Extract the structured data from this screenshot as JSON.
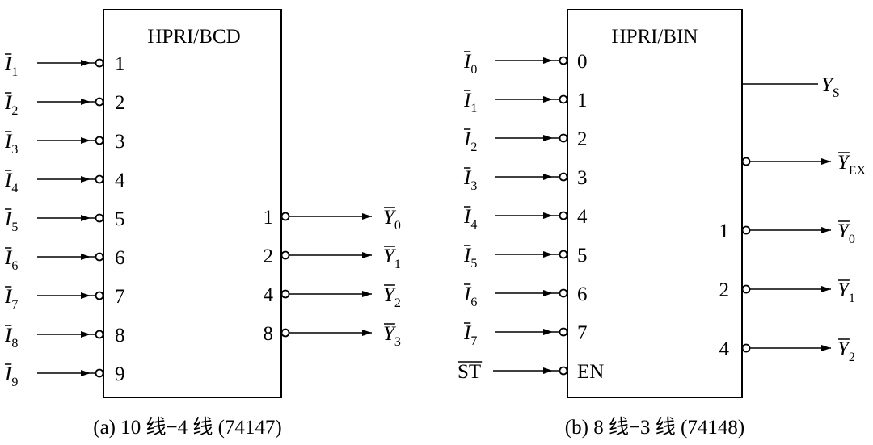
{
  "diagram_a": {
    "title": "HPRI/BCD",
    "caption": "(a) 10 线−4 线 (74147)",
    "inputs": [
      {
        "sym": "I",
        "sub": "1",
        "pin": "1"
      },
      {
        "sym": "I",
        "sub": "2",
        "pin": "2"
      },
      {
        "sym": "I",
        "sub": "3",
        "pin": "3"
      },
      {
        "sym": "I",
        "sub": "4",
        "pin": "4"
      },
      {
        "sym": "I",
        "sub": "5",
        "pin": "5"
      },
      {
        "sym": "I",
        "sub": "6",
        "pin": "6"
      },
      {
        "sym": "I",
        "sub": "7",
        "pin": "7"
      },
      {
        "sym": "I",
        "sub": "8",
        "pin": "8"
      },
      {
        "sym": "I",
        "sub": "9",
        "pin": "9"
      }
    ],
    "outputs": [
      {
        "pin": "1",
        "sym": "Y",
        "sub": "0"
      },
      {
        "pin": "2",
        "sym": "Y",
        "sub": "1"
      },
      {
        "pin": "4",
        "sym": "Y",
        "sub": "2"
      },
      {
        "pin": "8",
        "sym": "Y",
        "sub": "3"
      }
    ]
  },
  "diagram_b": {
    "title": "HPRI/BIN",
    "caption": "(b) 8 线−3 线 (74148)",
    "inputs": [
      {
        "sym": "I",
        "sub": "0",
        "pin": "0"
      },
      {
        "sym": "I",
        "sub": "1",
        "pin": "1"
      },
      {
        "sym": "I",
        "sub": "2",
        "pin": "2"
      },
      {
        "sym": "I",
        "sub": "3",
        "pin": "3"
      },
      {
        "sym": "I",
        "sub": "4",
        "pin": "4"
      },
      {
        "sym": "I",
        "sub": "5",
        "pin": "5"
      },
      {
        "sym": "I",
        "sub": "6",
        "pin": "6"
      },
      {
        "sym": "I",
        "sub": "7",
        "pin": "7"
      },
      {
        "sym": "ST",
        "sub": "",
        "pin": "EN"
      }
    ],
    "ys": {
      "sym": "Y",
      "sub": "S"
    },
    "yex": {
      "sym": "Y",
      "sub": "EX"
    },
    "outputs": [
      {
        "pin": "1",
        "sym": "Y",
        "sub": "0"
      },
      {
        "pin": "2",
        "sym": "Y",
        "sub": "1"
      },
      {
        "pin": "4",
        "sym": "Y",
        "sub": "2"
      }
    ]
  }
}
